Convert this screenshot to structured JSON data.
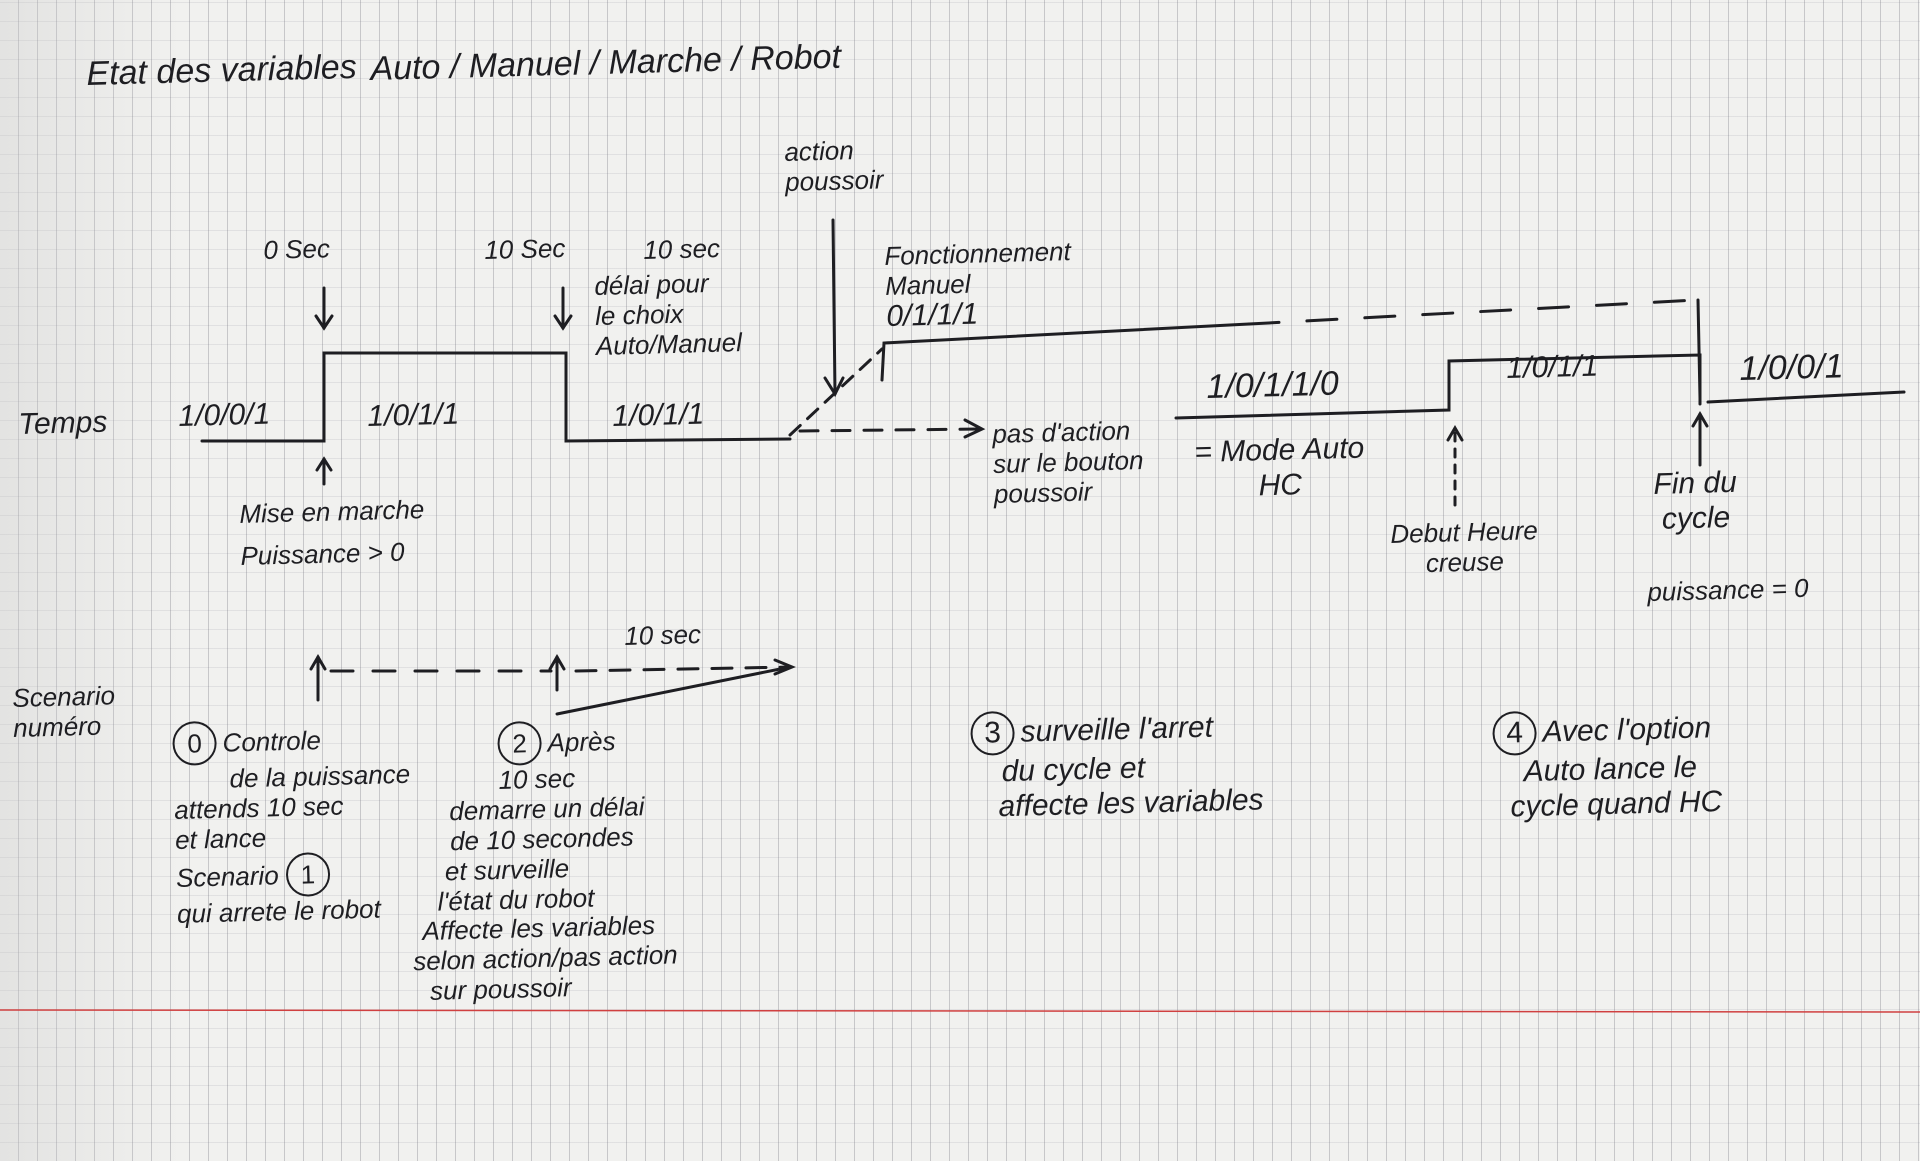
{
  "header": {
    "title": "Etat des variables",
    "variables": "Auto / Manuel / Marche / Robot"
  },
  "timeline": {
    "axis_label": "Temps",
    "markers": {
      "t0": "0 Sec",
      "t10": "10 Sec",
      "t10_delay": "10 sec",
      "delay_note": [
        "délai pour",
        "le choix",
        "Auto/Manuel"
      ],
      "action": [
        "action",
        "poussoir"
      ],
      "manual_mode": [
        "Fonctionnement",
        "Manuel"
      ]
    },
    "states": {
      "start": "1/0/0/1",
      "running": "1/0/1/1",
      "delay": "1/0/1/1",
      "manual": "0/1/1/1",
      "auto_wait": "1/0/1/1/0",
      "auto_hc": "1/0/1/1",
      "end": "1/0/0/1"
    },
    "events": {
      "power_on": [
        "Mise en marche",
        "Puissance > 0"
      ],
      "no_action": [
        "pas d'action",
        "sur le bouton",
        "poussoir"
      ],
      "auto_mode": [
        "= Mode Auto",
        "HC"
      ],
      "hc_start": [
        "Debut Heure",
        "creuse"
      ],
      "cycle_end": [
        "Fin du",
        "cycle"
      ],
      "power_zero": "puissance = 0"
    }
  },
  "scenarios": {
    "label": [
      "Scenario",
      "numéro"
    ],
    "delay_label": "10 sec",
    "items": [
      {
        "num": "0",
        "lines": [
          "Controle",
          "de la puissance",
          "attends 10 sec",
          "et lance",
          "Scenario",
          "qui arrete le robot"
        ],
        "ref": "1"
      },
      {
        "num": "2",
        "lines": [
          "Après",
          "10 sec",
          "demarre un délai",
          "de 10 secondes",
          "et surveille",
          "l'état du robot",
          "Affecte les variables",
          "selon action/pas action",
          "sur poussoir"
        ]
      },
      {
        "num": "3",
        "lines": [
          "surveille l'arret",
          "du cycle et",
          "affecte les variables"
        ]
      },
      {
        "num": "4",
        "lines": [
          "Avec l'option",
          "Auto lance le",
          "cycle quand HC"
        ]
      }
    ]
  },
  "colors": {
    "ink": "#1e1e22",
    "margin_line": "#d04040",
    "paper": "#f1f1ef"
  }
}
